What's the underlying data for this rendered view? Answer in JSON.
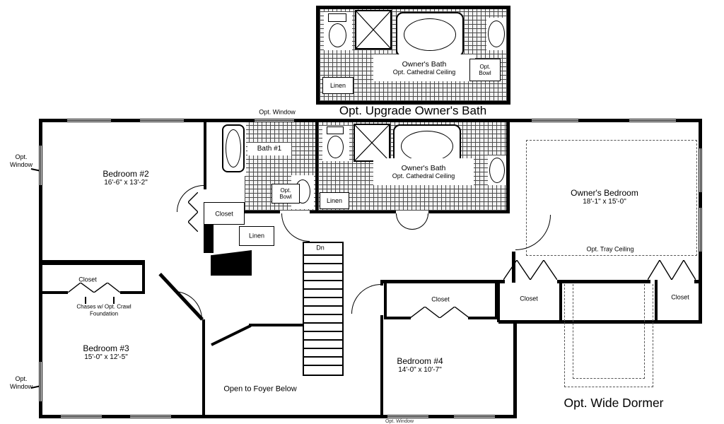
{
  "captions": {
    "upgrade_bath": "Opt. Upgrade Owner's Bath",
    "wide_dormer": "Opt. Wide Dormer"
  },
  "rooms": {
    "bedroom2": {
      "name": "Bedroom #2",
      "dims": "16'-6\" x 13'-2\""
    },
    "bath1": {
      "name": "Bath #1"
    },
    "owners_bath": {
      "name": "Owner's Bath",
      "note": "Opt. Cathedral Ceiling"
    },
    "owners_bedroom": {
      "name": "Owner's Bedroom",
      "dims": "18'-1\" x 15'-0\"",
      "note": "Opt. Tray Ceiling"
    },
    "bedroom3": {
      "name": "Bedroom #3",
      "dims": "15'-0\" x 12'-5\""
    },
    "bedroom4": {
      "name": "Bedroom #4",
      "dims": "14'-0\" x 10'-7\""
    },
    "foyer": {
      "name": "Open to Foyer Below"
    }
  },
  "annotations": {
    "closet": "Closet",
    "linen": "Linen",
    "opt_bowl": "Opt. Bowl",
    "dn": "Dn",
    "opt_window": "Opt. Window",
    "chases": "Chases w/ Opt. Crawl Foundation"
  }
}
